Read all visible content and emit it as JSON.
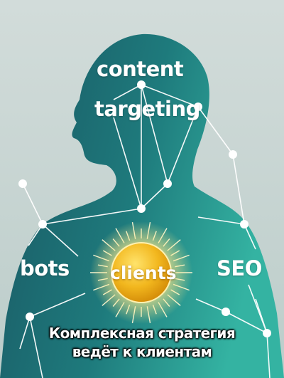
{
  "labels": {
    "content": "content",
    "targeting": "targeting",
    "bots": "bots",
    "clients": "clients",
    "seo": "SEO"
  },
  "caption": {
    "line1": "Комплексная стратегия",
    "line2": "ведёт к клиентам"
  },
  "colors": {
    "background": "#c7d5d2",
    "silhouette_dark": "#1d5d64",
    "silhouette_light": "#2aa79b",
    "sun": "#f2b71e",
    "text": "#ffffff"
  }
}
